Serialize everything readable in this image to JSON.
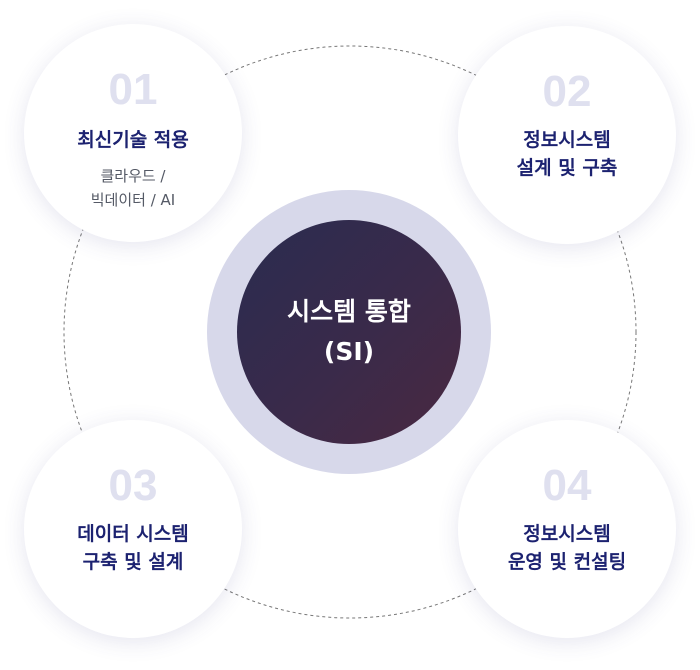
{
  "center": {
    "label": "시스템 통합\n(SI)"
  },
  "nodes": [
    {
      "number": "01",
      "title": "최신기술 적용",
      "subtitle": "클라우드 /\n빅데이터 / AI"
    },
    {
      "number": "02",
      "title": "정보시스템\n설계 및 구축"
    },
    {
      "number": "03",
      "title": "데이터 시스템\n구축 및 설계"
    },
    {
      "number": "04",
      "title": "정보시스템\n운영 및 컨설팅"
    }
  ],
  "colors": {
    "number": "#dfe0ef",
    "title": "#1c2270",
    "center_ring": "#d7d8ea",
    "center_fill": "#2e2b4d",
    "connector": "#777777"
  }
}
